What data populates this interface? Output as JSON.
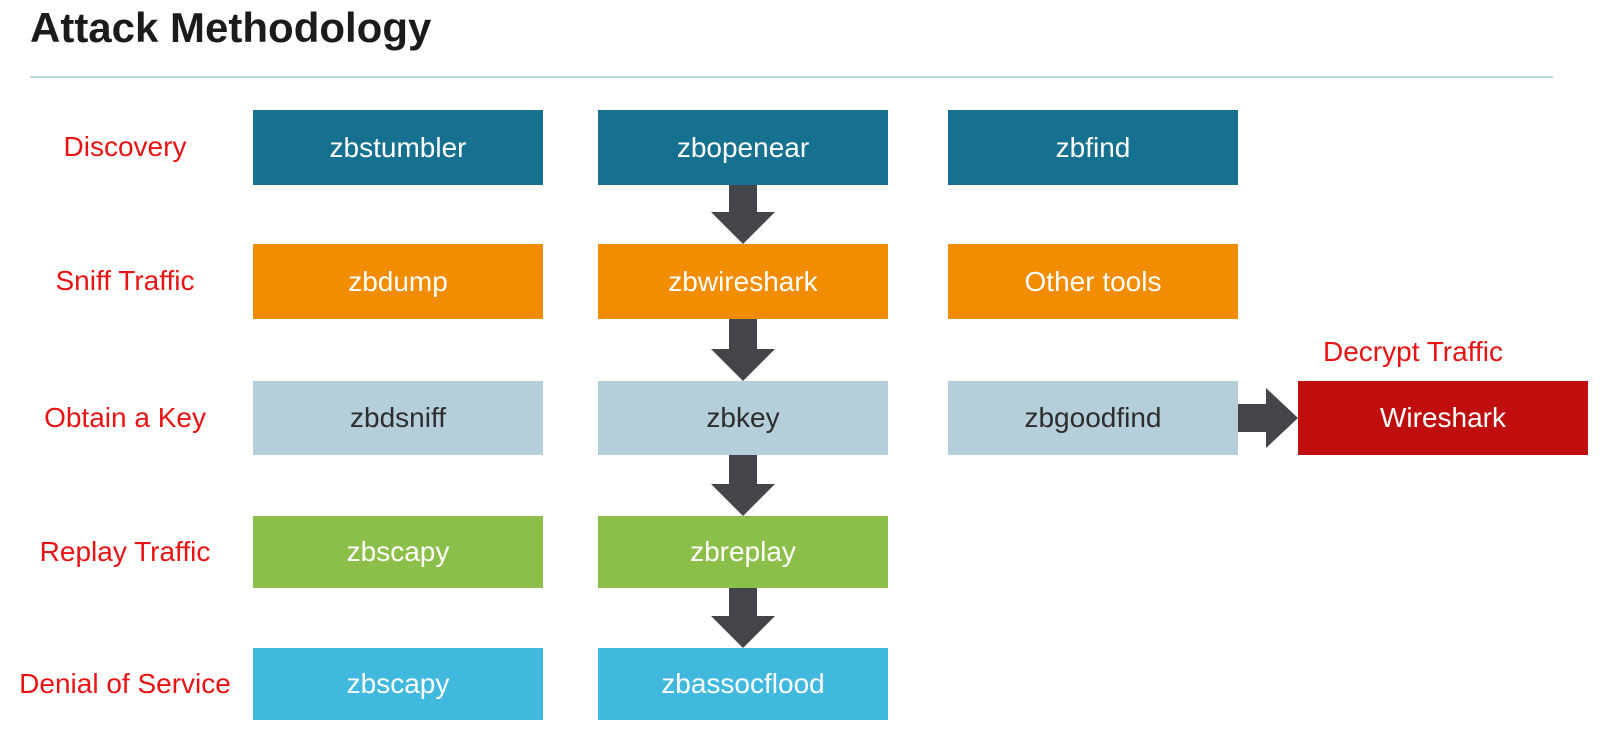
{
  "title": "Attack Methodology",
  "rows": [
    {
      "label": "Discovery",
      "color": "#16708f",
      "text_color": "#ffffff",
      "tools": [
        "zbstumbler",
        "zbopenear",
        "zbfind"
      ]
    },
    {
      "label": "Sniff Traffic",
      "color": "#f28c00",
      "text_color": "#ffffff",
      "tools": [
        "zbdump",
        "zbwireshark",
        "Other tools"
      ]
    },
    {
      "label": "Obtain a Key",
      "color": "#b5cfda",
      "text_color": "#2d2d2d",
      "tools": [
        "zbdsniff",
        "zbkey",
        "zbgoodfind"
      ]
    },
    {
      "label": "Replay Traffic",
      "color": "#8cbf4a",
      "text_color": "#ffffff",
      "tools": [
        "zbscapy",
        "zbreplay"
      ]
    },
    {
      "label": "Denial of Service",
      "color": "#41b9de",
      "text_color": "#ffffff",
      "tools": [
        "zbscapy",
        "zbassocflood"
      ]
    }
  ],
  "decrypt": {
    "label": "Decrypt Traffic",
    "tool": "Wireshark",
    "color": "#c00d0d"
  },
  "flow": {
    "vertical_chain": [
      "zbopenear",
      "zbwireshark",
      "zbkey",
      "zbreplay",
      "zbassocflood"
    ],
    "horizontal_link": [
      "zbgoodfind",
      "Wireshark"
    ]
  },
  "colors": {
    "arrow": "#43454a",
    "label_red": "#e81414",
    "divider": "#bcd9e0",
    "title": "#1b1b1b"
  }
}
